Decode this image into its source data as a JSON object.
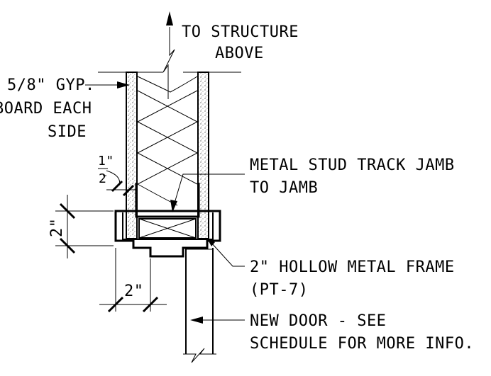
{
  "labels": {
    "to_structure_line1": "TO STRUCTURE",
    "to_structure_line2": "ABOVE",
    "gyp_line1": "5/8\" GYP.",
    "gyp_line2": "BOARD EACH",
    "gyp_line3": "SIDE",
    "half_num": "1\"",
    "half_den": "2",
    "metal_stud_line1": "METAL STUD TRACK JAMB",
    "metal_stud_line2": "TO JAMB",
    "dim_vertical": "2\"",
    "dim_horizontal": "2\"",
    "hollow_frame_line1": "2\" HOLLOW METAL FRAME",
    "hollow_frame_line2": "(PT-7)",
    "new_door_line1": "NEW DOOR - SEE",
    "new_door_line2": "SCHEDULE FOR MORE INFO."
  }
}
